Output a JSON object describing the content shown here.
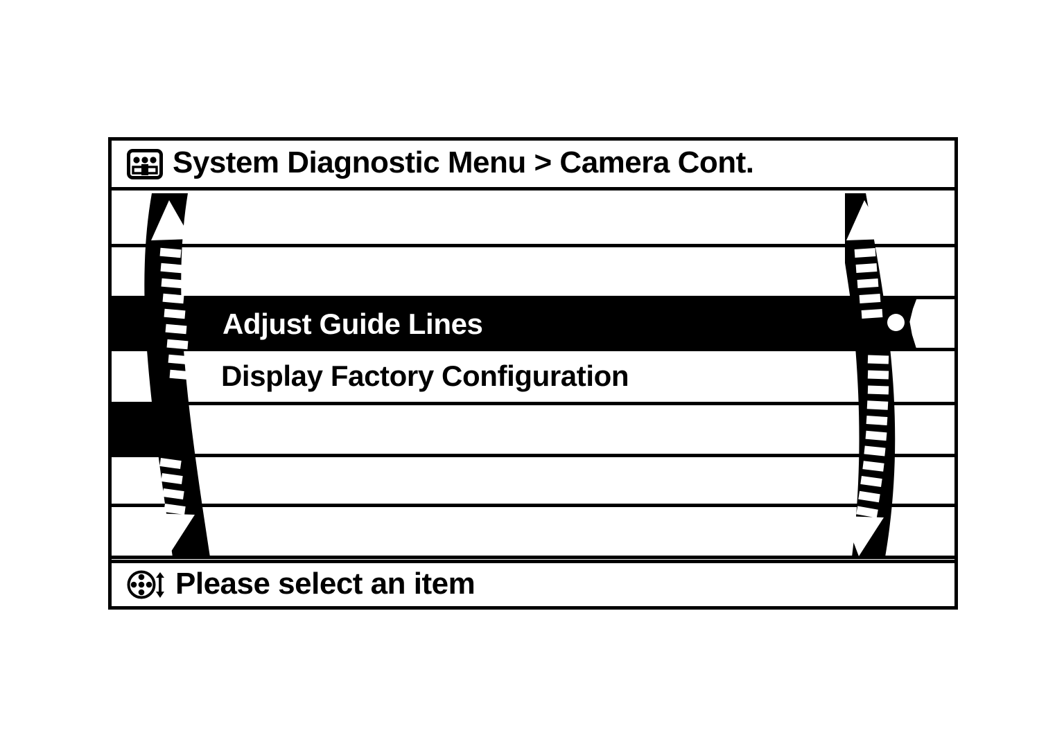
{
  "screen": {
    "colors": {
      "foreground": "#000000",
      "background": "#ffffff",
      "highlight_bg": "#000000",
      "highlight_fg": "#ffffff"
    }
  },
  "header": {
    "icon": "camera-control-module-icon",
    "title": "System Diagnostic Menu > Camera Cont.",
    "breadcrumb": {
      "root": "System Diagnostic Menu",
      "separator": ">",
      "current": "Camera Cont."
    }
  },
  "menu": {
    "rows_total": 7,
    "selected_index": 0,
    "items": [
      {
        "label": "Adjust Guide Lines",
        "selected": true,
        "marker": "bullet-dot"
      },
      {
        "label": "Display Factory Configuration",
        "selected": false,
        "marker": ""
      }
    ]
  },
  "scrollbars": {
    "left": {
      "name": "left-scroll-rail",
      "up_arrow": "arrow-up-icon",
      "down_arrow": "arrow-down-icon",
      "rung_count": 15
    },
    "right": {
      "name": "right-scroll-rail",
      "up_arrow": "arrow-up-icon",
      "down_arrow": "arrow-down-icon",
      "rung_count": 15
    }
  },
  "footer": {
    "icon": "dpad-joystick-icon",
    "secondary_icon": "up-down-arrow-icon",
    "message": "Please select an item"
  }
}
